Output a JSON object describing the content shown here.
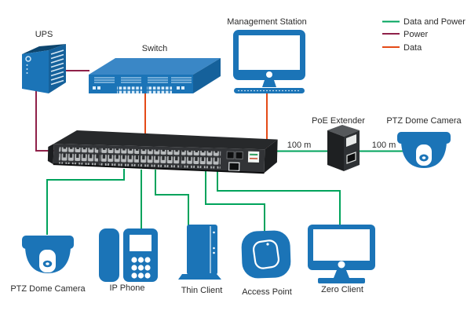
{
  "colors": {
    "device_blue": "#1b74b7",
    "device_blue_dark": "#15619b",
    "device_blue_deep": "#0d466f",
    "device_blue_top": "#3a87c6",
    "data_power": "#00a35c",
    "power": "#8f2149",
    "data": "#e44a17",
    "switch_body": "#323437",
    "switch_top": "#27292b",
    "switch_side": "#1c1e20",
    "switch_cap": "#1b1d1f"
  },
  "legend": {
    "items": [
      {
        "label": "Data and Power",
        "color": "#00a35c"
      },
      {
        "label": "Power",
        "color": "#8f2149"
      },
      {
        "label": "Data",
        "color": "#e44a17"
      }
    ]
  },
  "devices": {
    "ups": {
      "label": "UPS"
    },
    "switch": {
      "label": "Switch"
    },
    "management_station": {
      "label": "Management Station"
    },
    "poe_switch": {
      "label": ""
    },
    "poe_extender": {
      "label": "PoE Extender"
    },
    "ptz_dome_camera_right": {
      "label": "PTZ Dome Camera"
    },
    "ptz_dome_camera_left": {
      "label": "PTZ Dome Camera"
    },
    "ip_phone": {
      "label": "IP Phone"
    },
    "thin_client": {
      "label": "Thin Client"
    },
    "access_point": {
      "label": "Access Point"
    },
    "zero_client": {
      "label": "Zero Client"
    }
  },
  "annotations": {
    "distance_left": "100 m",
    "distance_right": "100 m"
  }
}
